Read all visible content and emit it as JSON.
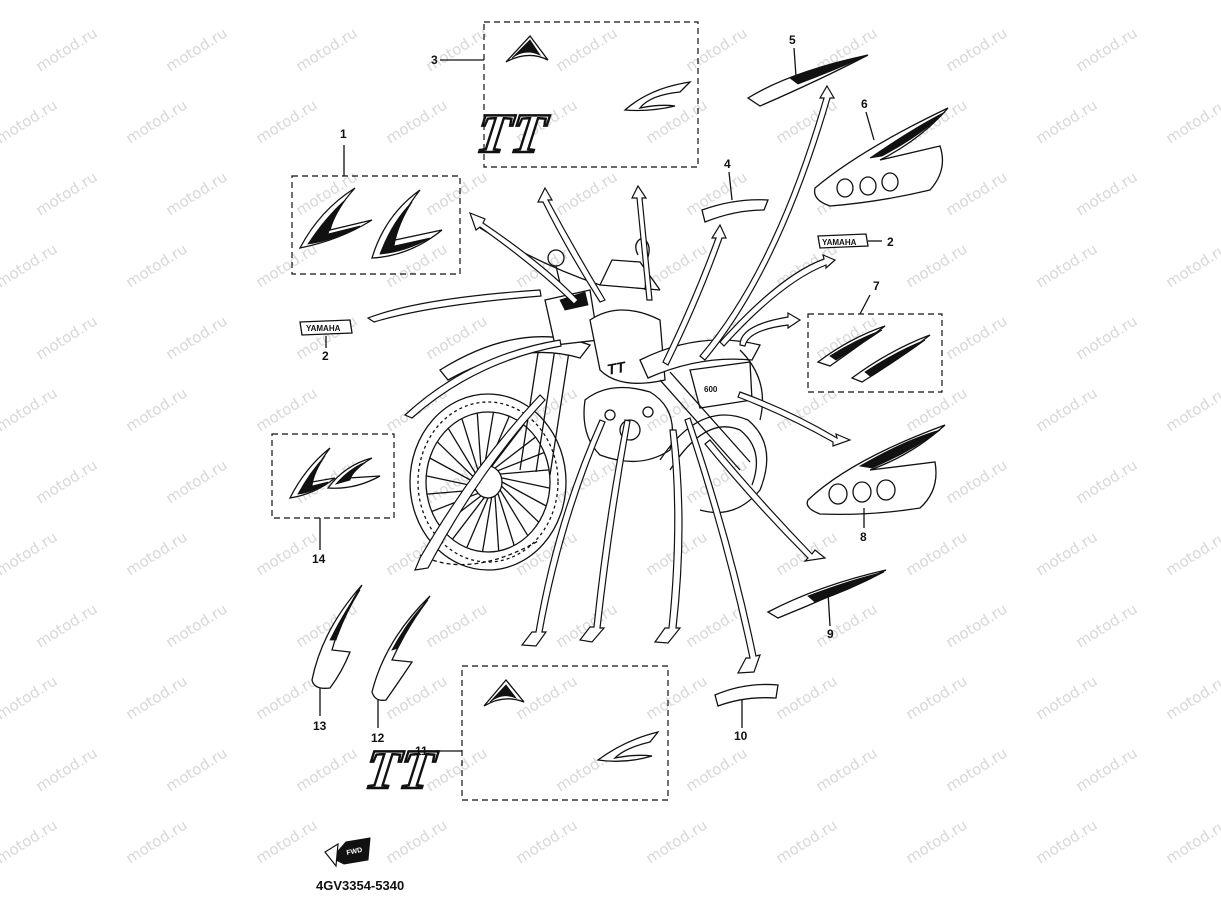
{
  "watermark": "motod.ru",
  "diagram_code": "4GV3354-5340",
  "callouts": [
    "1",
    "2",
    "2",
    "3",
    "4",
    "5",
    "6",
    "7",
    "8",
    "9",
    "10",
    "11",
    "12",
    "13",
    "14"
  ],
  "emblem_text": "YAMAHA",
  "forward_label": "FWD"
}
